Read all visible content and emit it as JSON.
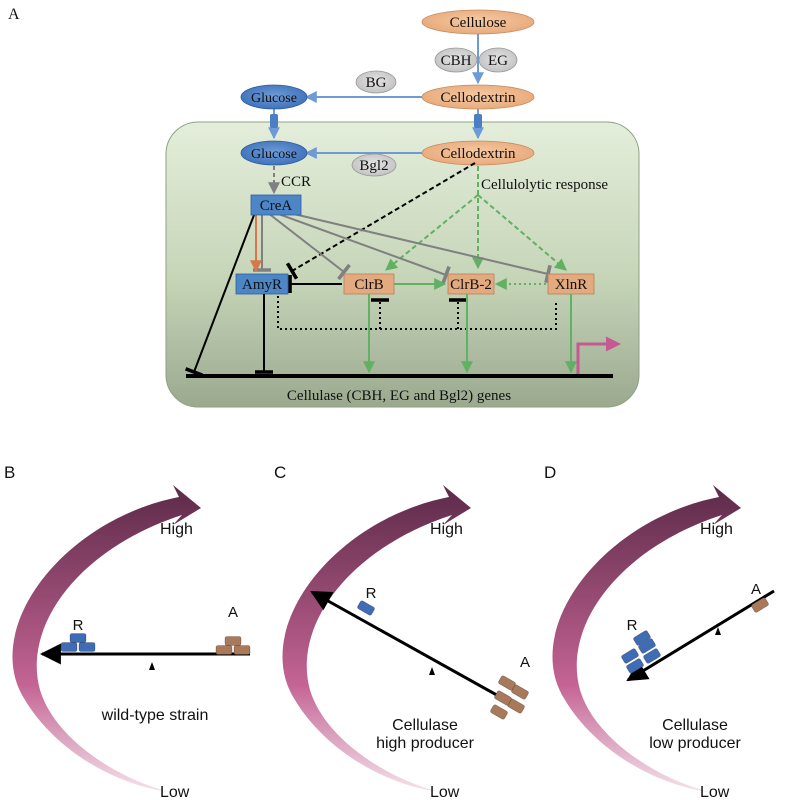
{
  "panels": {
    "a": "A",
    "b": "B",
    "c": "C",
    "d": "D"
  },
  "nodes": {
    "cellulose": "Cellulose",
    "cellodextrin_out": "Cellodextrin",
    "glucose_out": "Glucose",
    "glucose_in": "Glucose",
    "cellodextrin_in": "Cellodextrin",
    "crea": "CreA",
    "amyr": "AmyR",
    "clrb": "ClrB",
    "clrb2": "ClrB-2",
    "xlnr": "XlnR"
  },
  "enzymes": {
    "cbh": "CBH",
    "eg": "EG",
    "bg": "BG",
    "bgl2": "Bgl2"
  },
  "labels": {
    "ccr": "CCR",
    "cellulolytic": "Cellulolytic response",
    "genes": "Cellulase (CBH, EG and Bgl2) genes"
  },
  "balances": {
    "common": {
      "high": "High",
      "low": "Low",
      "r": "R",
      "a": "A"
    },
    "b": {
      "caption": [
        "wild-type strain"
      ]
    },
    "c": {
      "caption": [
        "Cellulase",
        "high producer"
      ]
    },
    "d": {
      "caption": [
        "Cellulase",
        "low producer"
      ]
    }
  },
  "colors": {
    "substrate": "#f0b88a",
    "glucose": "#4a7fc4",
    "repressor_box": "#4d86c6",
    "activator_box": "#e3aa80",
    "enzyme": "#d2d2d2",
    "green_arrow": "#62b063",
    "blue_arrow": "#6f9ad8",
    "gray_inhibit": "#808080",
    "orange_arrow": "#d9774a",
    "promoter": "#c55a92",
    "r_block": "#3f6cb4",
    "a_block": "#a8795a"
  }
}
